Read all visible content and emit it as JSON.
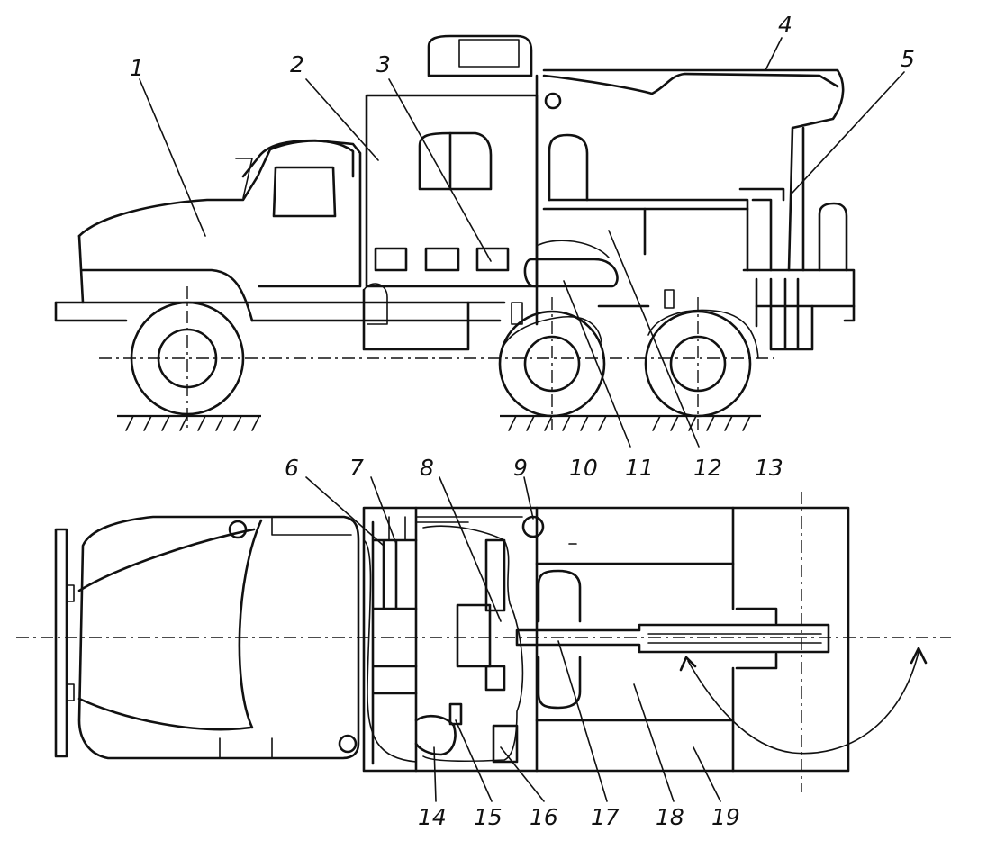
{
  "diagram": {
    "side_view_labels": [
      "1",
      "2",
      "3",
      "4",
      "5",
      "11",
      "12"
    ],
    "top_view_labels": [
      "6",
      "7",
      "8",
      "9",
      "10",
      "13",
      "14",
      "15",
      "16",
      "17",
      "18",
      "19"
    ]
  }
}
